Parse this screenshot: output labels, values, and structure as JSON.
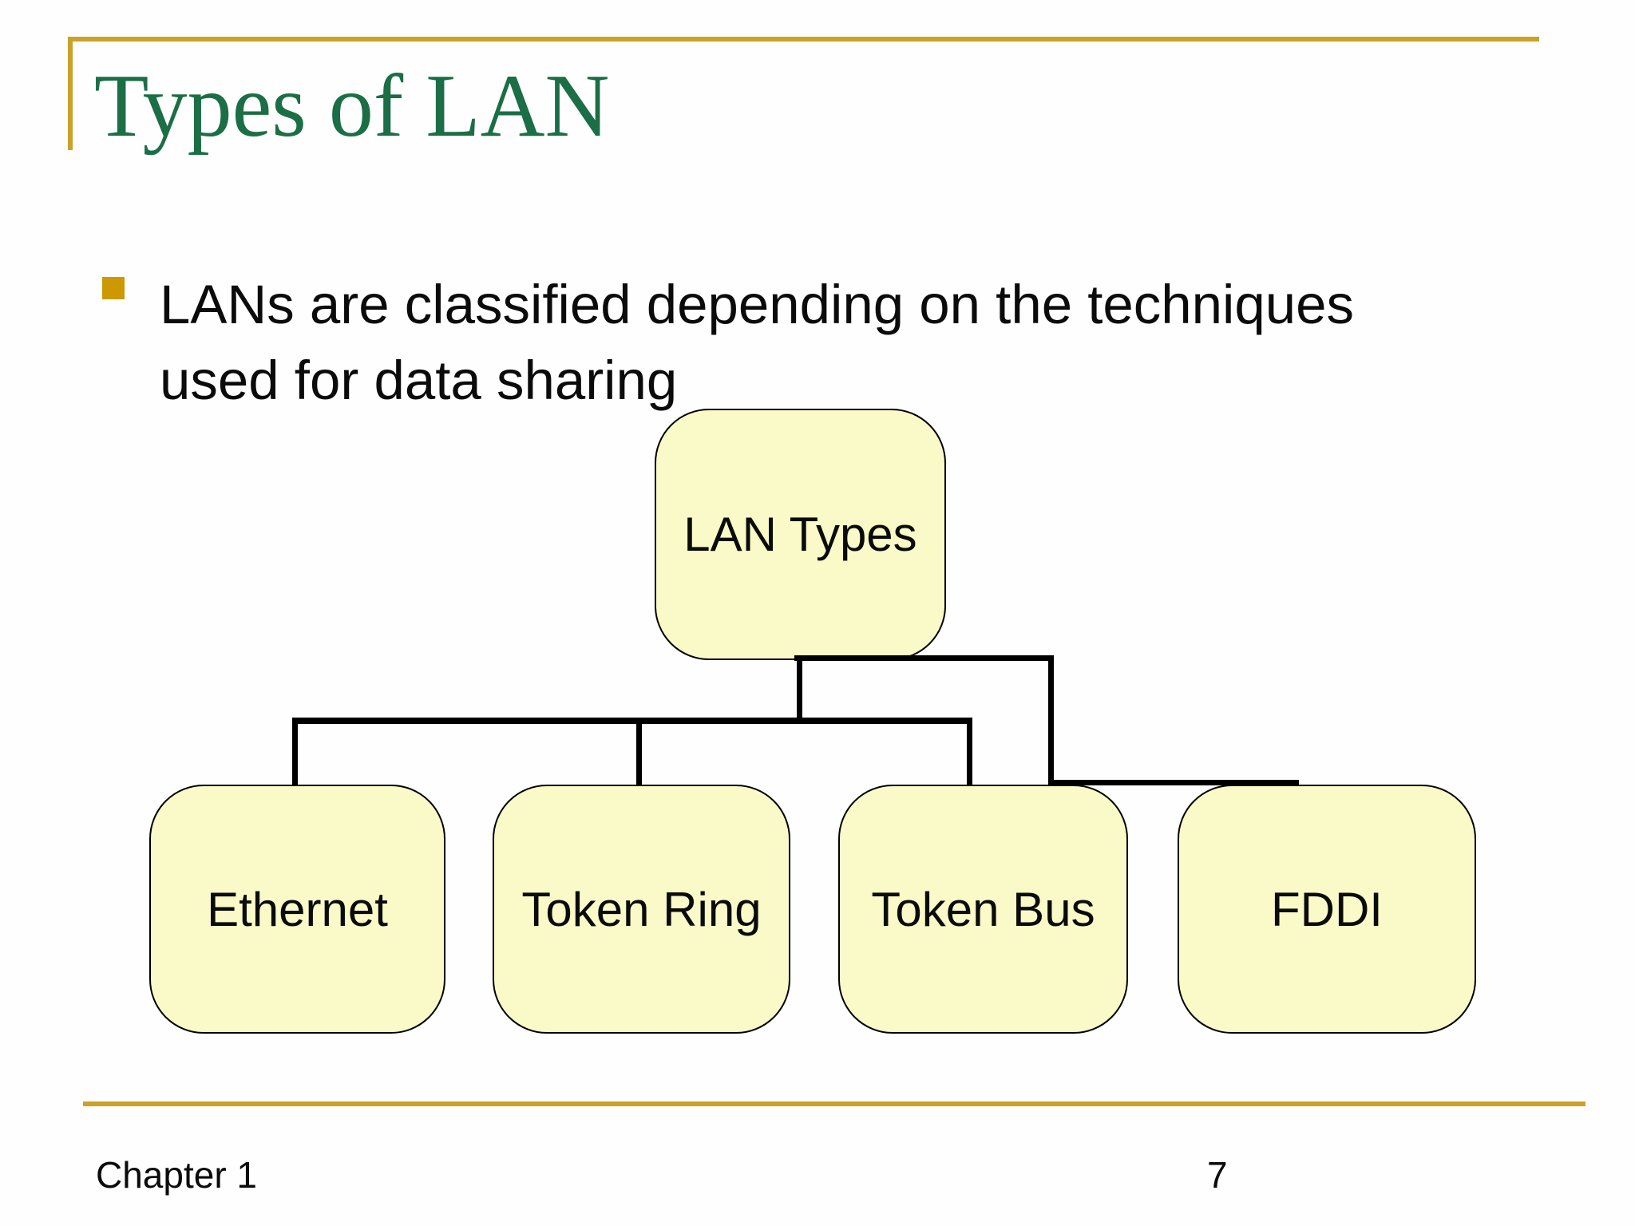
{
  "slide": {
    "title": "Types of LAN",
    "bullet": {
      "lines": [
        "LANs are classified depending on the techniques",
        "used for data sharing"
      ]
    },
    "diagram": {
      "root": {
        "label": "LAN Types"
      },
      "children": [
        {
          "label": "Ethernet"
        },
        {
          "label": "Token Ring"
        },
        {
          "label": "Token Bus"
        },
        {
          "label": "FDDI"
        }
      ]
    },
    "footer": {
      "chapter": "Chapter 1",
      "page_number": "7"
    },
    "colors": {
      "accent_gold": "#C9A227",
      "bullet_gold": "#CC9903",
      "title_green": "#1B6E45",
      "box_fill": "#FAFAC8",
      "box_border": "#000000",
      "connector_black": "#000000",
      "text_black": "#0B0B0B"
    }
  }
}
